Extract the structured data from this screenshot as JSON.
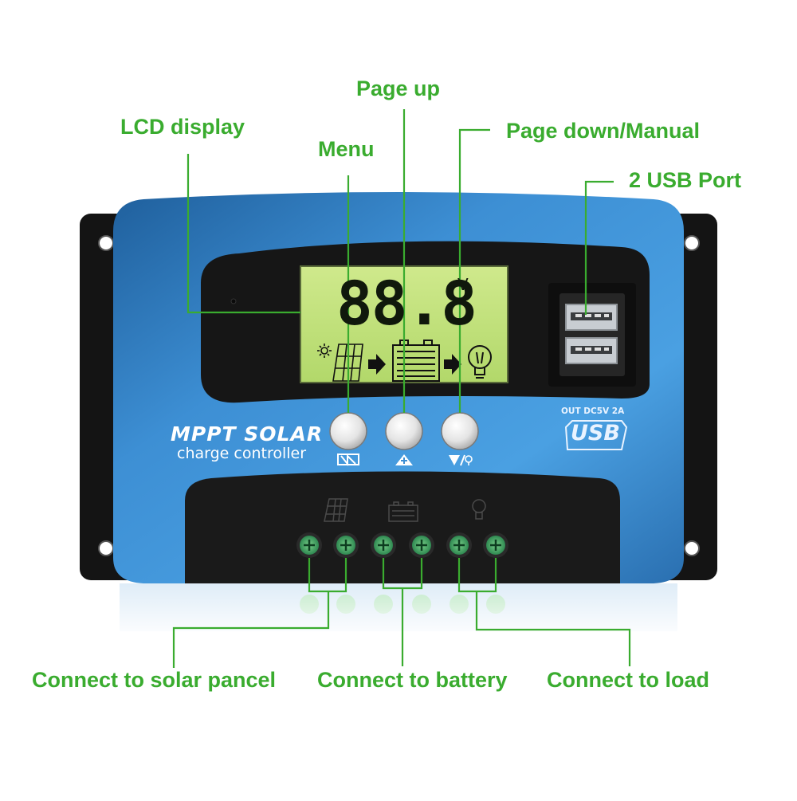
{
  "callouts": {
    "page_up": "Page up",
    "lcd_display": "LCD display",
    "menu": "Menu",
    "page_down_manual": "Page down/Manual",
    "usb_port": "2 USB Port",
    "solar_panel": "Connect to solar pancel",
    "battery": "Connect to battery",
    "load": "Connect to load"
  },
  "device": {
    "brand_line1": "MPPT SOLAR",
    "brand_line2": "charge controller",
    "lcd_digits": "88.8",
    "lcd_unit": "V",
    "usb_spec": "OUT DC5V 2A",
    "usb_logo": "USB"
  },
  "colors": {
    "callout_green": "#3aac2f",
    "panel_blue": "#3d8fd4",
    "lcd_green": "#bfe27a",
    "terminal_green": "#2f9a5a",
    "housing_black": "#141414"
  },
  "icons": {
    "solar": "solar-panel-icon",
    "battery": "battery-icon",
    "load": "light-bulb-icon",
    "sun": "sun-icon",
    "arrow": "arrow-right-icon",
    "menu": "menu-icon",
    "up": "up-arrow-plus-icon",
    "down": "down-arrow-manual-icon"
  }
}
